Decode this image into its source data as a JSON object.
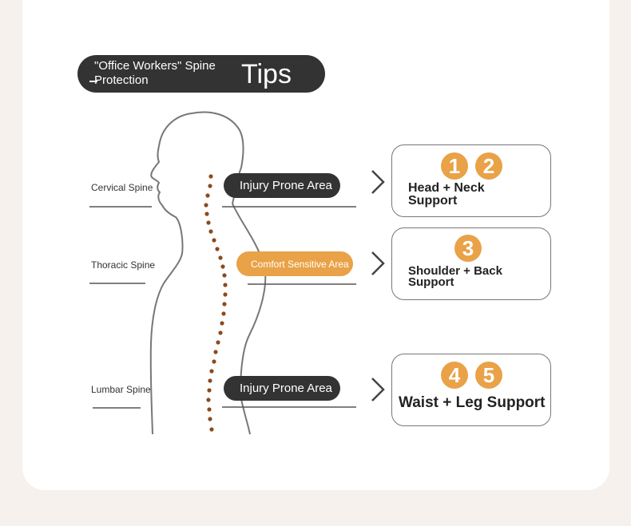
{
  "title": {
    "subtitle": "\"Office Workers\" Spine Protection",
    "main": "Tips"
  },
  "spine_labels": [
    "Cervical Spine",
    "Thoracic Spine",
    "Lumbar Spine"
  ],
  "areas": {
    "top": "Injury Prone Area",
    "middle": "Comfort Sensitive Area",
    "bottom": "Injury Prone Area"
  },
  "support": {
    "head": {
      "numbers": [
        "1",
        "2"
      ],
      "label": "Head + Neck Support"
    },
    "shoulder": {
      "numbers": [
        "3"
      ],
      "label": "Shoulder + Back Support"
    },
    "waist": {
      "numbers": [
        "4",
        "5"
      ],
      "label": "Waist + Leg Support"
    }
  },
  "colors": {
    "accent": "#e9a247",
    "dark_pill": "#333333",
    "spine_dots": "#8b4a1e",
    "page_bg": "#f6f1ec"
  }
}
